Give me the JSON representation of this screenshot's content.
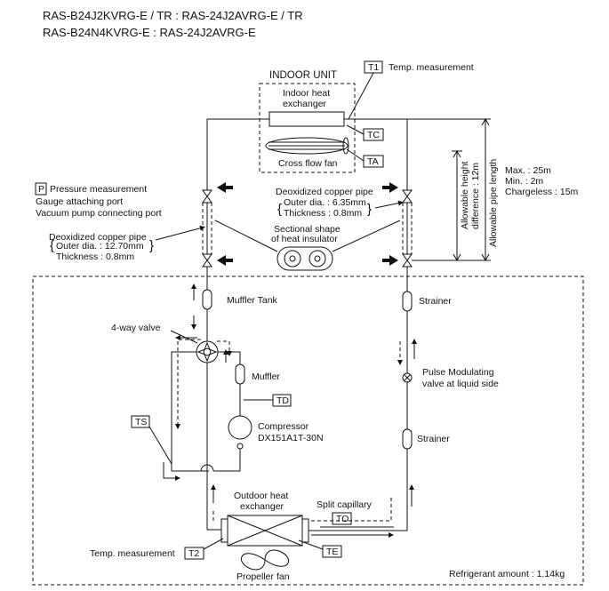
{
  "header": {
    "line1": "RAS-B24J2KVRG-E / TR : RAS-24J2AVRG-E / TR",
    "line2": "RAS-B24N4KVRG-E : RAS-24J2AVRG-E"
  },
  "indoor": {
    "title": "INDOOR UNIT",
    "heat_exchanger_1": "Indoor heat",
    "heat_exchanger_2": "exchanger",
    "fan": "Cross flow fan",
    "sensor_t1": "T1",
    "sensor_t1_label": "Temp. measurement",
    "sensor_tc": "TC",
    "sensor_ta": "TA"
  },
  "pressure": {
    "badge": "P",
    "label": "Pressure measurement",
    "gauge": "Gauge attaching port",
    "vacuum": "Vacuum pump connecting port"
  },
  "pipe_gas": {
    "title": "Deoxidized copper pipe",
    "outer": "Outer dia. : 12.70mm",
    "thick": "Thickness : 0.8mm"
  },
  "pipe_liquid": {
    "title": "Deoxidized copper pipe",
    "outer": "Outer dia. : 6.35mm",
    "thick": "Thickness : 0.8mm"
  },
  "insulator": {
    "line1": "Sectional shape",
    "line2": "of heat insulator"
  },
  "height": {
    "line1": "Allowable  height",
    "line2": "difference : 12m",
    "pipe_length": "Allowable pipe length"
  },
  "limits": {
    "max": "Max.   : 25m",
    "min": "Min.    : 2m",
    "chargeless": "Chargeless : 15m"
  },
  "outdoor": {
    "muffler_tank": "Muffler Tank",
    "four_way": "4-way valve",
    "muffler": "Muffler",
    "td": "TD",
    "ts": "TS",
    "compressor": "Compressor",
    "compressor_model": "DX151A1T-30N",
    "strainer_top": "Strainer",
    "pmv_1": "Pulse Modulating",
    "pmv_2": "valve at liquid side",
    "strainer_bottom": "Strainer",
    "ohx_1": "Outdoor heat",
    "ohx_2": "exchanger",
    "split_capillary": "Split capillary",
    "to": "TO",
    "t2": "T2",
    "t2_label": "Temp. measurement",
    "te": "TE",
    "propeller_fan": "Propeller fan",
    "refrigerant": "Refrigerant amount : 1.14kg"
  }
}
